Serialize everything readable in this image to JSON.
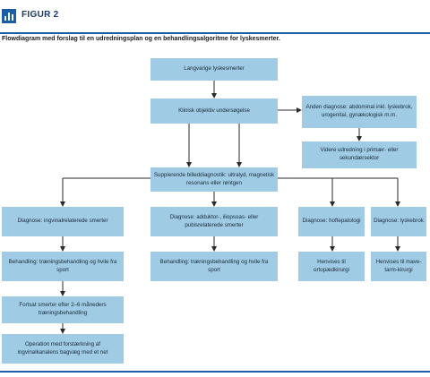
{
  "figure": {
    "label": "FIGUR 2",
    "caption": "Flowdiagram med forslag til en udredningsplan og en behandlingsalgoritme for lyskesmerter."
  },
  "flow": {
    "start": "Langvarige lyskesmerter",
    "exam": "Klinisk objektiv undersøgelse",
    "other_dx": "Anden diagnose: abdominal inkl. lyskebrok, urogenital, gynækologisk m.m.",
    "further": "Videre udredning i primær- eller sekundærsektor",
    "imaging": "Supplerende billeddiagnostik: ultralyd, magnetisk resonans eller røntgen",
    "dx1": "Diagnose: ingvinalrelaterede smerter",
    "tx1": "Behandling: træningsbehandling og hvile fra sport",
    "persist": "Fortsat smerter efter 2–6 måneders træningsbehandling",
    "surgery": "Operation med forstærkning af ingvinalkanalens bagvæg med et net",
    "dx2": "Diagnose: adduktor-, iliopsoas- eller pubisrelaterede smerter",
    "tx2": "Behandling: træningsbehandling og hvile fra sport",
    "dx3": "Diagnose: hoftepatologi",
    "ref3": "Henvises til ortopædkirurgi",
    "dx4": "Diagnose: lyskebrok",
    "ref4": "Henvises til mave-tarm-kirurgi"
  },
  "colors": {
    "box": "#9fcbe5",
    "accent": "#1a5ea8",
    "line": "#2a2a2a"
  }
}
